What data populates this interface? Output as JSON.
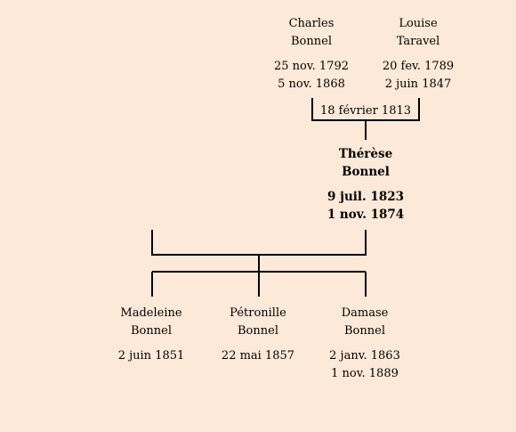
{
  "parents": {
    "father": {
      "first": "Charles",
      "last": "Bonnel",
      "birth": "25 nov. 1792",
      "death": "5 nov. 1868"
    },
    "mother": {
      "first": "Louise",
      "last": "Taravel",
      "birth": "20 fev. 1789",
      "death": "2 juin 1847"
    },
    "marriage": "18 février 1813"
  },
  "focus": {
    "first": "Thérèse",
    "last": "Bonnel",
    "birth": "9 juil. 1823",
    "death": "1 nov. 1874"
  },
  "children": [
    {
      "first": "Madeleine",
      "last": "Bonnel",
      "birth": "2 juin 1851",
      "death": ""
    },
    {
      "first": "Pétronille",
      "last": "Bonnel",
      "birth": "22 mai 1857",
      "death": ""
    },
    {
      "first": "Damase",
      "last": "Bonnel",
      "birth": "2 janv. 1863",
      "death": "1 nov. 1889"
    }
  ],
  "colors": {
    "background": "#fde9d8",
    "lines": "#000000"
  }
}
